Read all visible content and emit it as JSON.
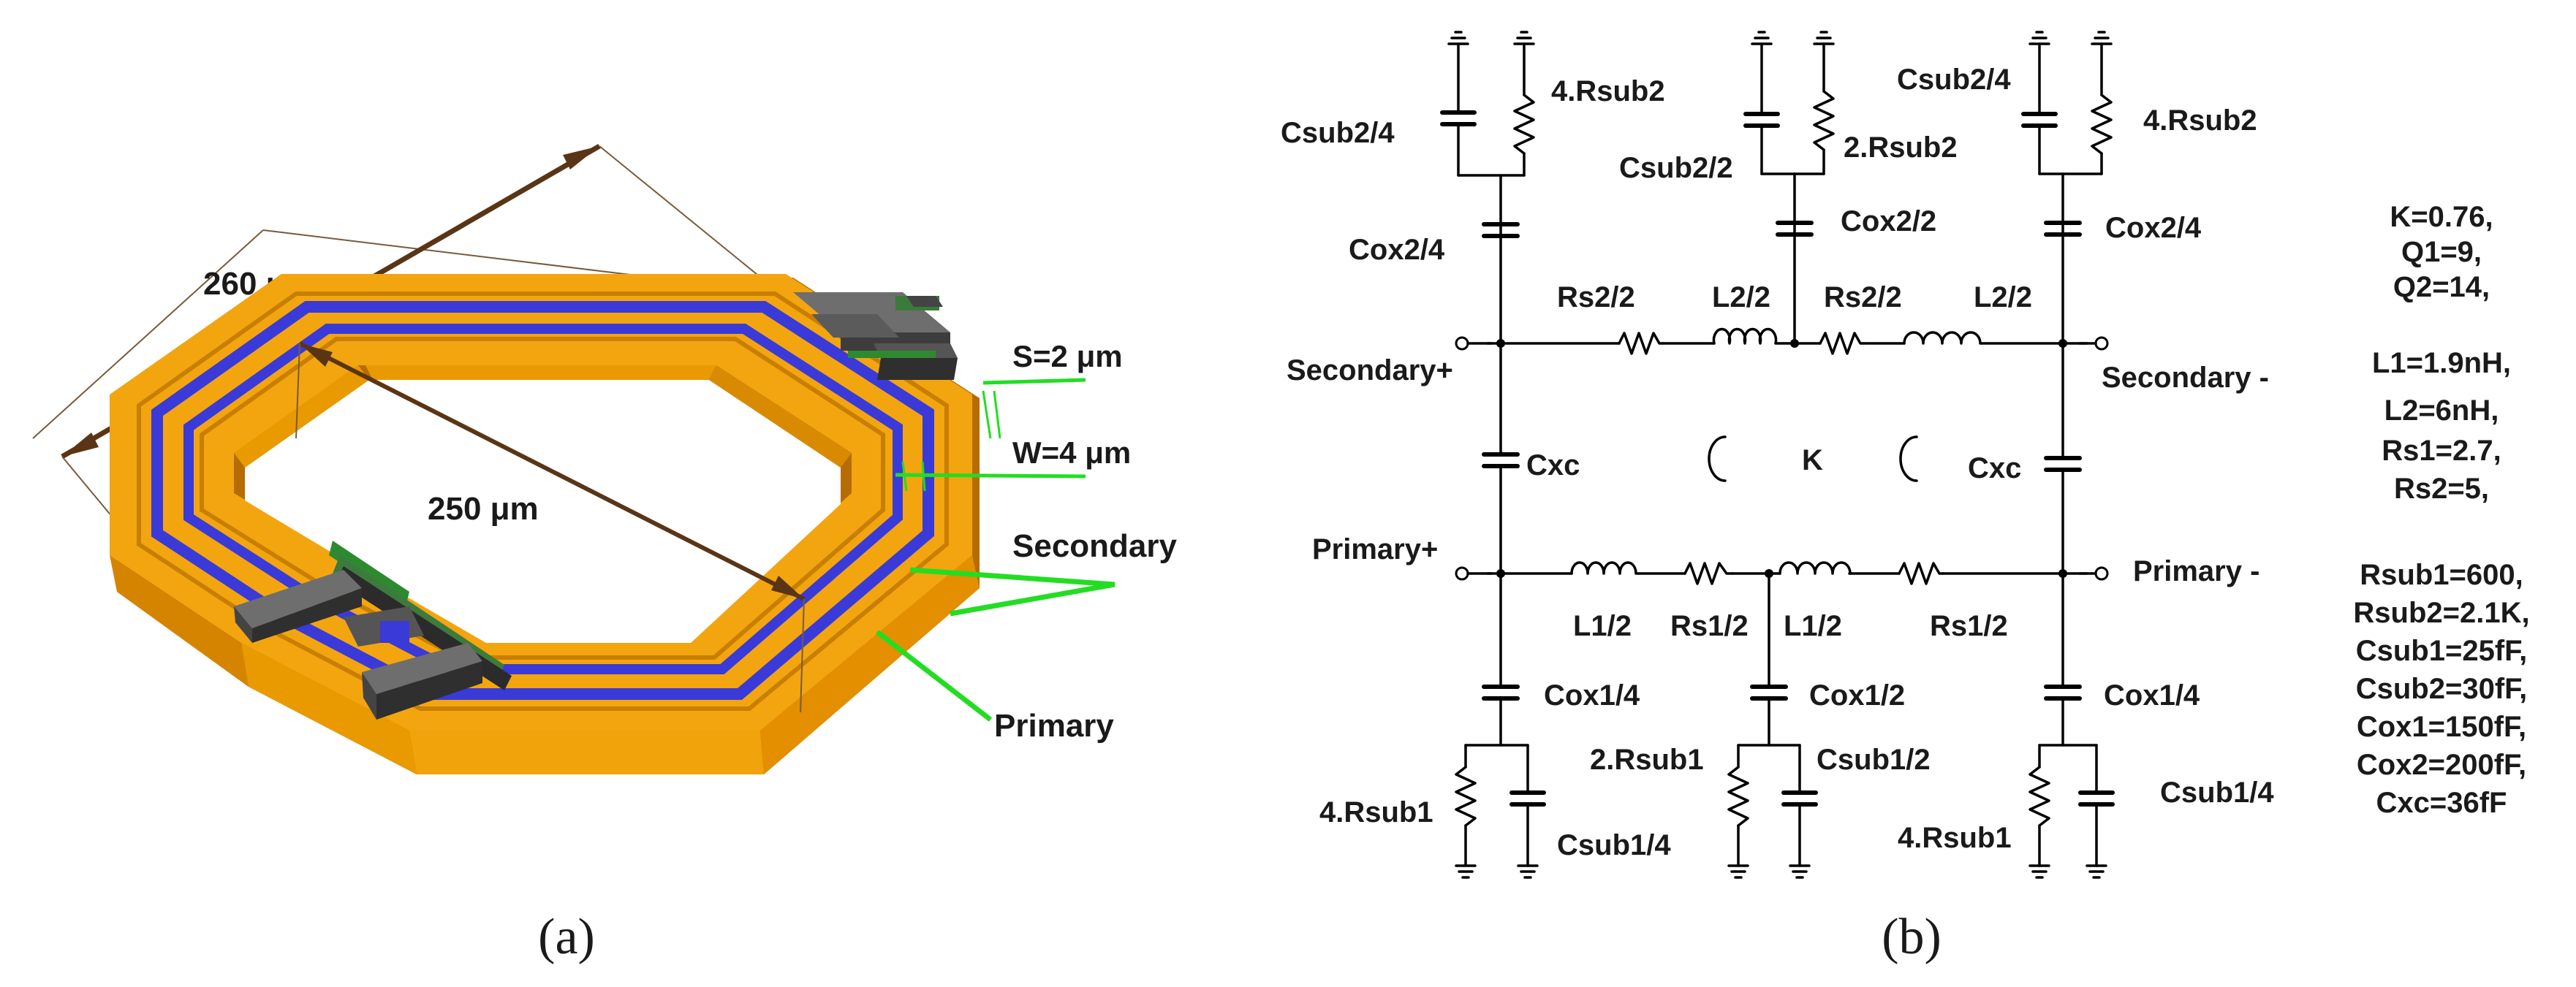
{
  "panel_a": {
    "caption": "(a)",
    "dim_outer": "260 μm",
    "dim_inner": "250 μm",
    "dim_spacing": "S=2 μm",
    "dim_width": "W=4 μm",
    "label_secondary": "Secondary",
    "label_primary": "Primary",
    "colors": {
      "secondary": "#f0a30a",
      "primary": "#3a3ad8",
      "port": "#4a4a4a",
      "leader": "#22dd22",
      "dimension": "#5a3515"
    }
  },
  "panel_b": {
    "caption": "(b)",
    "ports": {
      "sec_plus": "Secondary+",
      "sec_minus": "Secondary -",
      "pri_plus": "Primary+",
      "pri_minus": "Primary -"
    },
    "coupling": "K",
    "secondary_series": [
      "Rs2/2",
      "L2/2",
      "Rs2/2",
      "L2/2"
    ],
    "primary_series": [
      "L1/2",
      "Rs1/2",
      "L1/2",
      "Rs1/2"
    ],
    "cxc_left": "Cxc",
    "cxc_right": "Cxc",
    "top_branches": [
      {
        "cox": "Cox2/4",
        "csub": "Csub2/4",
        "rsub": "4.Rsub2"
      },
      {
        "cox": "Cox2/2",
        "csub": "Csub2/2",
        "rsub": "2.Rsub2"
      },
      {
        "cox": "Cox2/4",
        "csub": "Csub2/4",
        "rsub": "4.Rsub2"
      }
    ],
    "bottom_branches": [
      {
        "cox": "Cox1/4",
        "rsub": "4.Rsub1",
        "csub": "Csub1/4"
      },
      {
        "cox": "Cox1/2",
        "rsub": "2.Rsub1",
        "csub": "Csub1/2"
      },
      {
        "cox": "Cox1/4",
        "rsub": "4.Rsub1",
        "csub": "Csub1/4"
      }
    ],
    "params": [
      "K=0.76,",
      "Q1=9,",
      "Q2=14,",
      "",
      "L1=1.9nH,",
      "L2=6nH,",
      "Rs1=2.7,",
      "Rs2=5,",
      "",
      "Rsub1=600,",
      "Rsub2=2.1K,",
      "Csub1=25fF,",
      "Csub2=30fF,",
      "Cox1=150fF,",
      "Cox2=200fF,",
      "Cxc=36fF"
    ]
  }
}
